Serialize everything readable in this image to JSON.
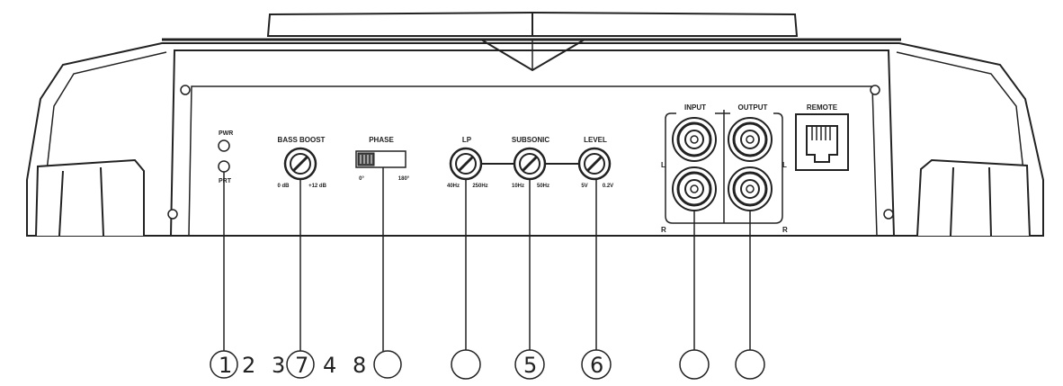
{
  "panel": {
    "pwr": "PWR",
    "prt": "PRT",
    "bass_boost": {
      "title": "BASS BOOST",
      "min": "0 dB",
      "max": "+12 dB"
    },
    "phase": {
      "title": "PHASE",
      "min": "0°",
      "max": "180°"
    },
    "lp": {
      "title": "LP",
      "min": "40Hz",
      "max": "250Hz"
    },
    "subsonic": {
      "title": "SUBSONIC",
      "min": "10Hz",
      "max": "50Hz"
    },
    "level": {
      "title": "LEVEL",
      "min": "5V",
      "max": "0.2V"
    },
    "input": {
      "title": "INPUT",
      "left": "L",
      "right": "R"
    },
    "output": {
      "title": "OUTPUT",
      "left": "L",
      "right": "R"
    },
    "remote": "REMOTE"
  },
  "callouts": {
    "c1": "1",
    "c2": "2",
    "c3": "3",
    "c7": "7",
    "c4": "4",
    "c8": "8",
    "c5": "5",
    "c6": "6"
  }
}
